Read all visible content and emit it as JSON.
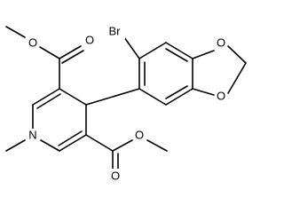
{
  "molecule": {
    "atoms": {
      "bromine": "Br",
      "nitrogen": "N",
      "oxygen_ester1_carbonyl": "O",
      "oxygen_ester1_methoxy": "O",
      "oxygen_ester2_carbonyl": "O",
      "oxygen_ester2_methoxy": "O",
      "oxygen_dioxole_1": "O",
      "oxygen_dioxole_2": "O"
    }
  },
  "colors": {
    "bond": "#000000",
    "label": "#000000",
    "background": "#ffffff"
  }
}
